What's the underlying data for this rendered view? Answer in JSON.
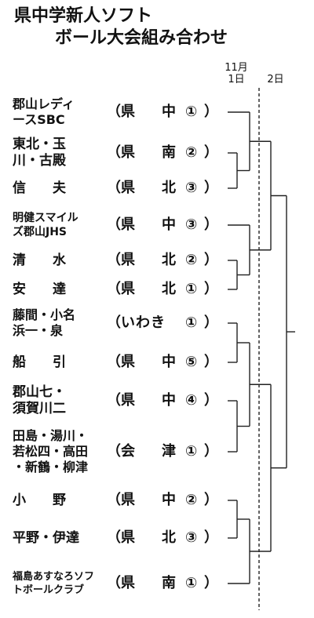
{
  "title": {
    "line1": "県中学新人ソフト",
    "line2": "ボール大会組み合わせ"
  },
  "days": {
    "day1_month": "11月",
    "day1_day": "1日",
    "day2": "2日"
  },
  "teams": [
    {
      "name": [
        "郡山レディ",
        "ースSBC"
      ],
      "open": "（",
      "pref": "県",
      "district": "中",
      "number": "①",
      "close": "）"
    },
    {
      "name": [
        "東北・玉",
        "川・古殿"
      ],
      "open": "（",
      "pref": "県",
      "district": "南",
      "number": "②",
      "close": "）"
    },
    {
      "name": [
        "信　　夫"
      ],
      "open": "（",
      "pref": "県",
      "district": "北",
      "number": "③",
      "close": "）"
    },
    {
      "name": [
        "明健スマイル",
        "ズ郡山JHS"
      ],
      "open": "（",
      "pref": "県",
      "district": "中",
      "number": "③",
      "close": "）"
    },
    {
      "name": [
        "清　　水"
      ],
      "open": "（",
      "pref": "県",
      "district": "北",
      "number": "②",
      "close": "）"
    },
    {
      "name": [
        "安　　達"
      ],
      "open": "（",
      "pref": "県",
      "district": "北",
      "number": "①",
      "close": "）"
    },
    {
      "name": [
        "藤間・小名",
        "浜一・泉"
      ],
      "open": "（",
      "pref": "いわき",
      "district": "",
      "number": "①",
      "close": "）"
    },
    {
      "name": [
        "船　　引"
      ],
      "open": "（",
      "pref": "県",
      "district": "中",
      "number": "⑤",
      "close": "）"
    },
    {
      "name": [
        "郡山七・",
        "須賀川二"
      ],
      "open": "（",
      "pref": "県",
      "district": "中",
      "number": "④",
      "close": "）"
    },
    {
      "name": [
        "田島・湯川・",
        "若松四・高田",
        "・新鶴・柳津"
      ],
      "open": "（",
      "pref": "会",
      "district": "津",
      "number": "①",
      "close": "）"
    },
    {
      "name": [
        "小　　野"
      ],
      "open": "（",
      "pref": "県",
      "district": "中",
      "number": "②",
      "close": "）"
    },
    {
      "name": [
        "平野・伊達"
      ],
      "open": "（",
      "pref": "県",
      "district": "北",
      "number": "③",
      "close": "）"
    },
    {
      "name": [
        "福島あすなろソフ",
        "トボールクラブ"
      ],
      "open": "（",
      "pref": "県",
      "district": "南",
      "number": "①",
      "close": "）"
    }
  ]
}
